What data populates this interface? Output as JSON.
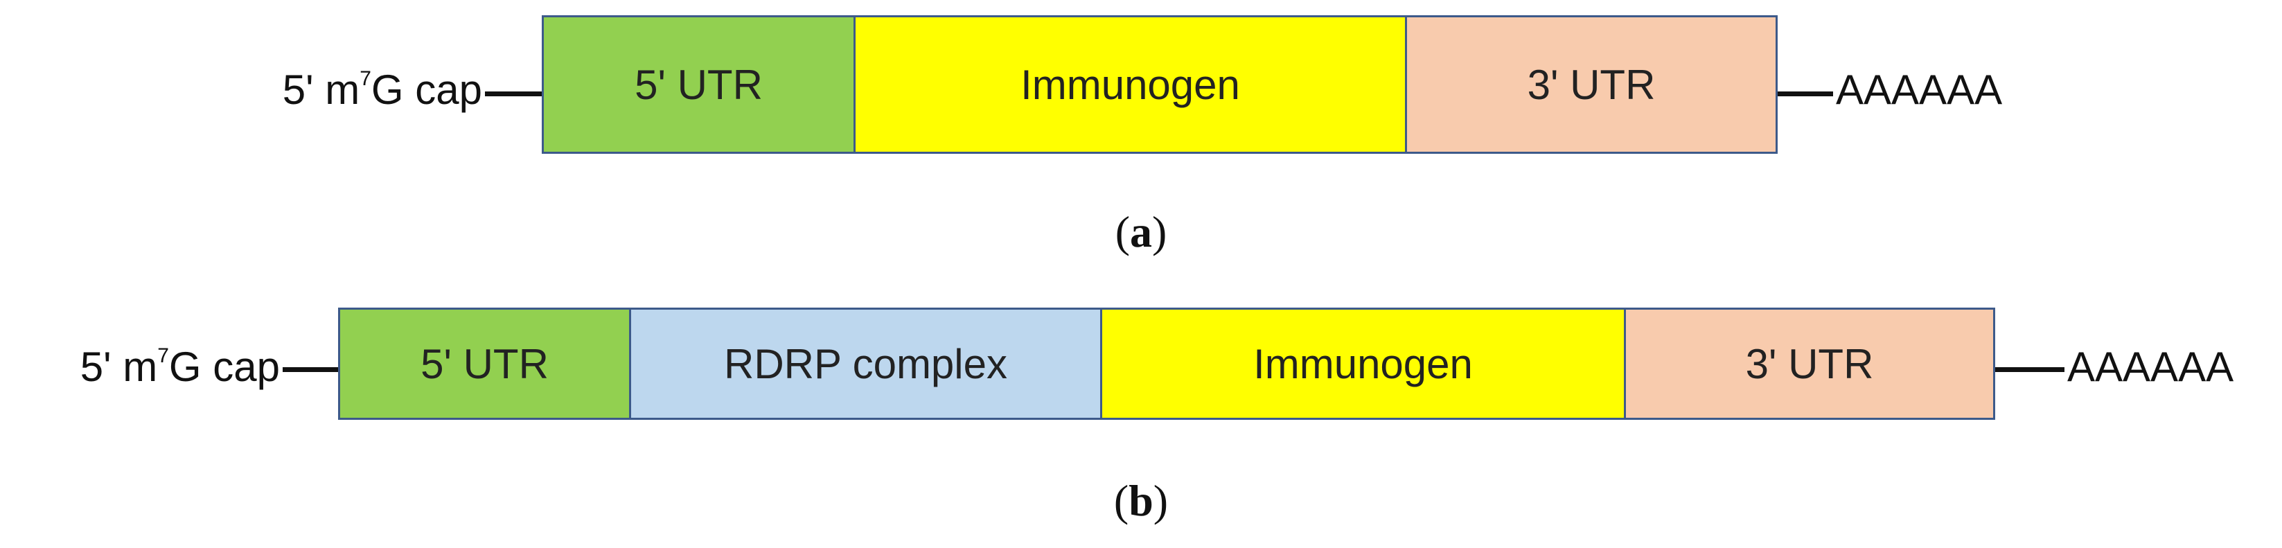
{
  "diagram_a": {
    "cap": {
      "prefix": "5' m",
      "superscript": "7",
      "suffix": "G cap"
    },
    "polyA": "AAAAAA",
    "segments": [
      {
        "label": "5' UTR",
        "color": "#92d050"
      },
      {
        "label": "Immunogen",
        "color": "#ffff00"
      },
      {
        "label": "3' UTR",
        "color": "#f8cbad"
      }
    ],
    "panel_label": "a"
  },
  "diagram_b": {
    "cap": {
      "prefix": "5' m",
      "superscript": "7",
      "suffix": "G cap"
    },
    "polyA": "AAAAAA",
    "segments": [
      {
        "label": "5' UTR",
        "color": "#92d050"
      },
      {
        "label": "RDRP complex",
        "color": "#bdd7ee"
      },
      {
        "label": "Immunogen",
        "color": "#ffff00"
      },
      {
        "label": "3' UTR",
        "color": "#f8cbad"
      }
    ],
    "panel_label": "b"
  }
}
